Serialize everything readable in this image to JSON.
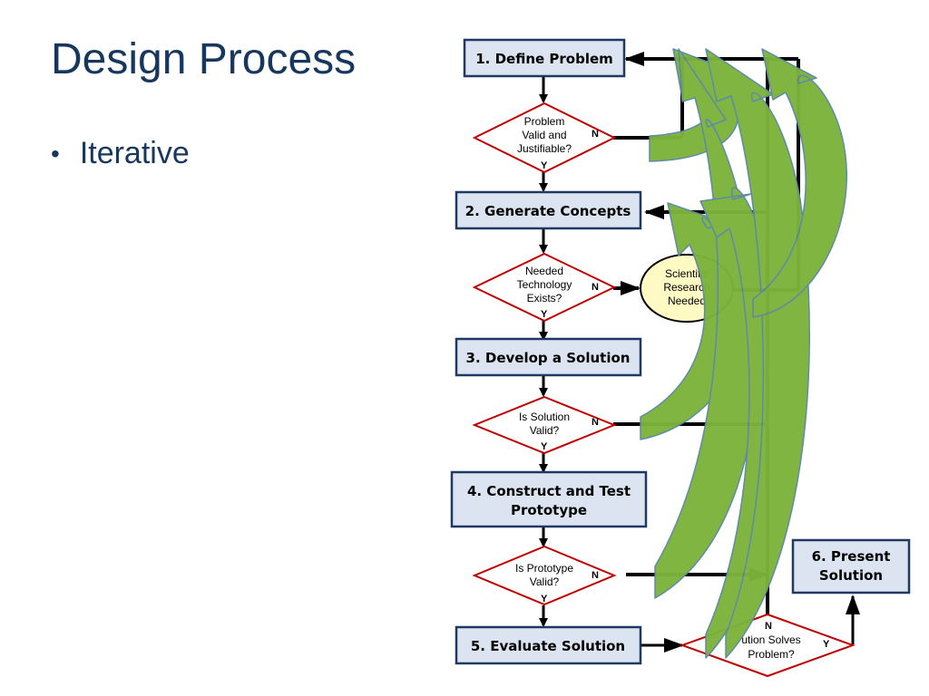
{
  "slide": {
    "title": "Design Process",
    "bullets": [
      "Iterative"
    ]
  },
  "diagram": {
    "steps": [
      {
        "lines": [
          "1. Define Problem"
        ]
      },
      {
        "lines": [
          "2. Generate Concepts"
        ]
      },
      {
        "lines": [
          "3. Develop a Solution"
        ]
      },
      {
        "lines": [
          "4. Construct and Test",
          "Prototype"
        ]
      },
      {
        "lines": [
          "5.  Evaluate Solution"
        ]
      },
      {
        "lines": [
          "6.  Present",
          "Solution"
        ]
      }
    ],
    "decisions": [
      {
        "lines": [
          "Problem",
          "Valid and",
          "Justifiable?"
        ],
        "no": "N",
        "yes": "Y"
      },
      {
        "lines": [
          "Needed",
          "Technology",
          "Exists?"
        ],
        "no": "N",
        "yes": "Y"
      },
      {
        "lines": [
          "Is Solution",
          "Valid?"
        ],
        "no": "N",
        "yes": "Y"
      },
      {
        "lines": [
          "Is Prototype",
          "Valid?"
        ],
        "no": "N",
        "yes": "Y"
      },
      {
        "lines": [
          "ution Solves",
          "Problem?"
        ],
        "no": "N",
        "yes": "Y"
      }
    ],
    "research": {
      "lines": [
        "Scientific",
        "Research",
        "Needed"
      ]
    },
    "colors": {
      "box_fill": "#dbe4f0",
      "box_stroke": "#1f3864",
      "diamond_stroke": "#c00000",
      "ellipse_fill": "#fff9c4",
      "arrow_fill": "#7bb33a",
      "arrow_stroke": "#5a87a8",
      "title": "#17375e"
    }
  }
}
